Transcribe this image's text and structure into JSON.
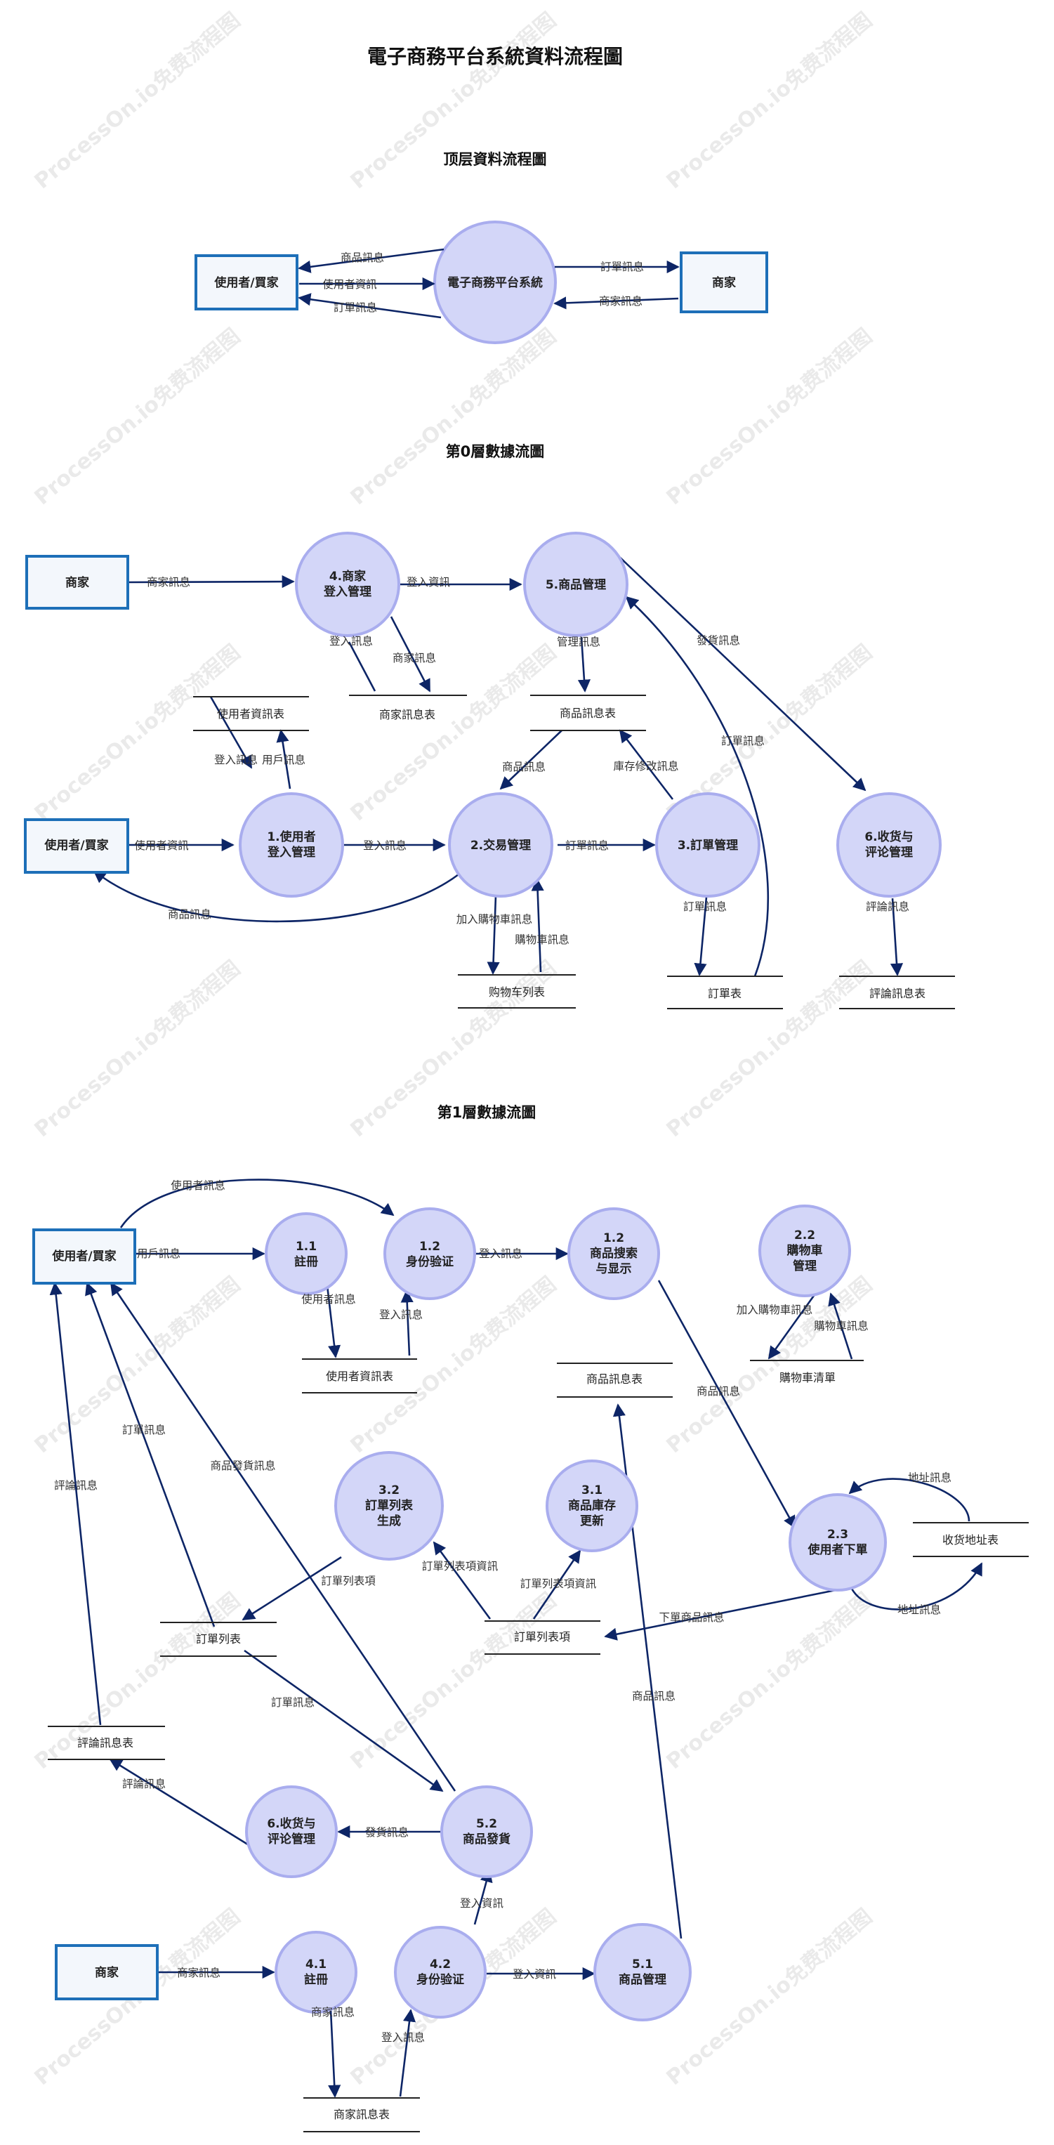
{
  "diagram_title": "電子商務平台系統資料流程圖",
  "watermark": "ProcessOn.io免费流程图",
  "colors": {
    "external_border": "#1d6fb8",
    "process_fill": "#d3d6f8",
    "arrow": "#0d2566"
  },
  "top": {
    "title": "顶层資料流程圖",
    "nodes": {
      "user": "使用者/買家",
      "system": "電子商務平台系統",
      "merchant": "商家"
    },
    "labels": {
      "product_info": "商品訊息",
      "user_info": "使用者資訊",
      "order_info_l": "訂單訊息",
      "order_info_r": "訂單訊息",
      "merchant_info": "商家訊息"
    }
  },
  "level0": {
    "title": "第0層數據流圖",
    "nodes": {
      "merchant": "商家",
      "user": "使用者/買家",
      "p4_l1": "4.商家",
      "p4_l2": "登入管理",
      "p5": "5.商品管理",
      "p1_l1": "1.使用者",
      "p1_l2": "登入管理",
      "p2": "2.交易管理",
      "p3": "3.訂單管理",
      "p6_l1": "6.收货与",
      "p6_l2": "评论管理"
    },
    "stores": {
      "user_info_table": "使用者資訊表",
      "merchant_info_table": "商家訊息表",
      "product_info_table": "商品訊息表",
      "cart_list": "购物车列表",
      "order_table": "訂單表",
      "review_table": "評論訊息表"
    },
    "labels": {
      "merchant_info": "商家訊息",
      "login_data_4to5": "登入資訊",
      "login_info_4": "登入訊息",
      "merchant_info_4": "商家訊息",
      "ship_info": "發貨訊息",
      "manage_info": "管理訊息",
      "login_info_1": "登入訊息",
      "account_info": "用戶訊息",
      "product_info_ps": "商品訊息",
      "stock_edit_info": "庫存修改訊息",
      "order_info_to5": "訂單訊息",
      "user_info": "使用者資訊",
      "login_info_1to2": "登入訊息",
      "order_info_2to3": "訂單訊息",
      "product_info_2u": "商品訊息",
      "add_cart_info": "加入購物車訊息",
      "cart_info": "購物車訊息",
      "order_info_3": "訂單訊息",
      "review_info": "評論訊息"
    }
  },
  "level1": {
    "title": "第1層數據流圖",
    "nodes": {
      "user": "使用者/買家",
      "merchant": "商家",
      "p11_l1": "1.1",
      "p11_l2": "註冊",
      "p12_l1": "1.2",
      "p12_l2": "身份验证",
      "p12b_l1": "1.2",
      "p12b_l2": "商品搜索",
      "p12b_l3": "与显示",
      "p22_l1": "2.2",
      "p22_l2": "購物車",
      "p22_l3": "管理",
      "p23_l1": "2.3",
      "p23_l2": "使用者下單",
      "p32_l1": "3.2",
      "p32_l2": "訂單列表",
      "p32_l3": "生成",
      "p31_l1": "3.1",
      "p31_l2": "商品庫存",
      "p31_l3": "更新",
      "p6_l1": "6.收货与",
      "p6_l2": "评论管理",
      "p52_l1": "5.2",
      "p52_l2": "商品發貨",
      "p41_l1": "4.1",
      "p41_l2": "註冊",
      "p42_l1": "4.2",
      "p42_l2": "身份验证",
      "p51_l1": "5.1",
      "p51_l2": "商品管理"
    },
    "stores": {
      "user_info_table": "使用者資訊表",
      "product_info_table": "商品訊息表",
      "cart_list": "購物車清單",
      "address_table": "收货地址表",
      "order_list": "訂單列表",
      "order_items": "訂單列表項",
      "review_table": "評論訊息表",
      "merchant_info_table": "商家訊息表"
    },
    "labels": {
      "user_info_top": "使用者訊息",
      "account_info": "用戶訊息",
      "user_info_reg": "使用者訊息",
      "login_info_ver": "登入訊息",
      "login_info_search": "登入訊息",
      "add_cart_info": "加入購物車訊息",
      "cart_info": "購物車訊息",
      "product_info_order": "商品訊息",
      "address_info_a": "地址訊息",
      "address_info_b": "地址訊息",
      "order_info_user": "訂單訊息",
      "product_ship_info": "商品發貨訊息",
      "review_info_user": "評論訊息",
      "order_list_item": "訂單列表項",
      "order_list_item_info": "訂單列表項資訊",
      "order_list_item_info2": "訂單列表項資訊",
      "order_item_product": "下單商品訊息",
      "product_info_51": "商品訊息",
      "order_info_52": "訂單訊息",
      "review_info_6": "評論訊息",
      "ship_info": "發貨訊息",
      "login_data_52": "登入資訊",
      "merchant_info": "商家訊息",
      "login_data_42": "登入資訊",
      "merchant_info_41": "商家訊息",
      "login_info_42": "登入訊息"
    }
  }
}
